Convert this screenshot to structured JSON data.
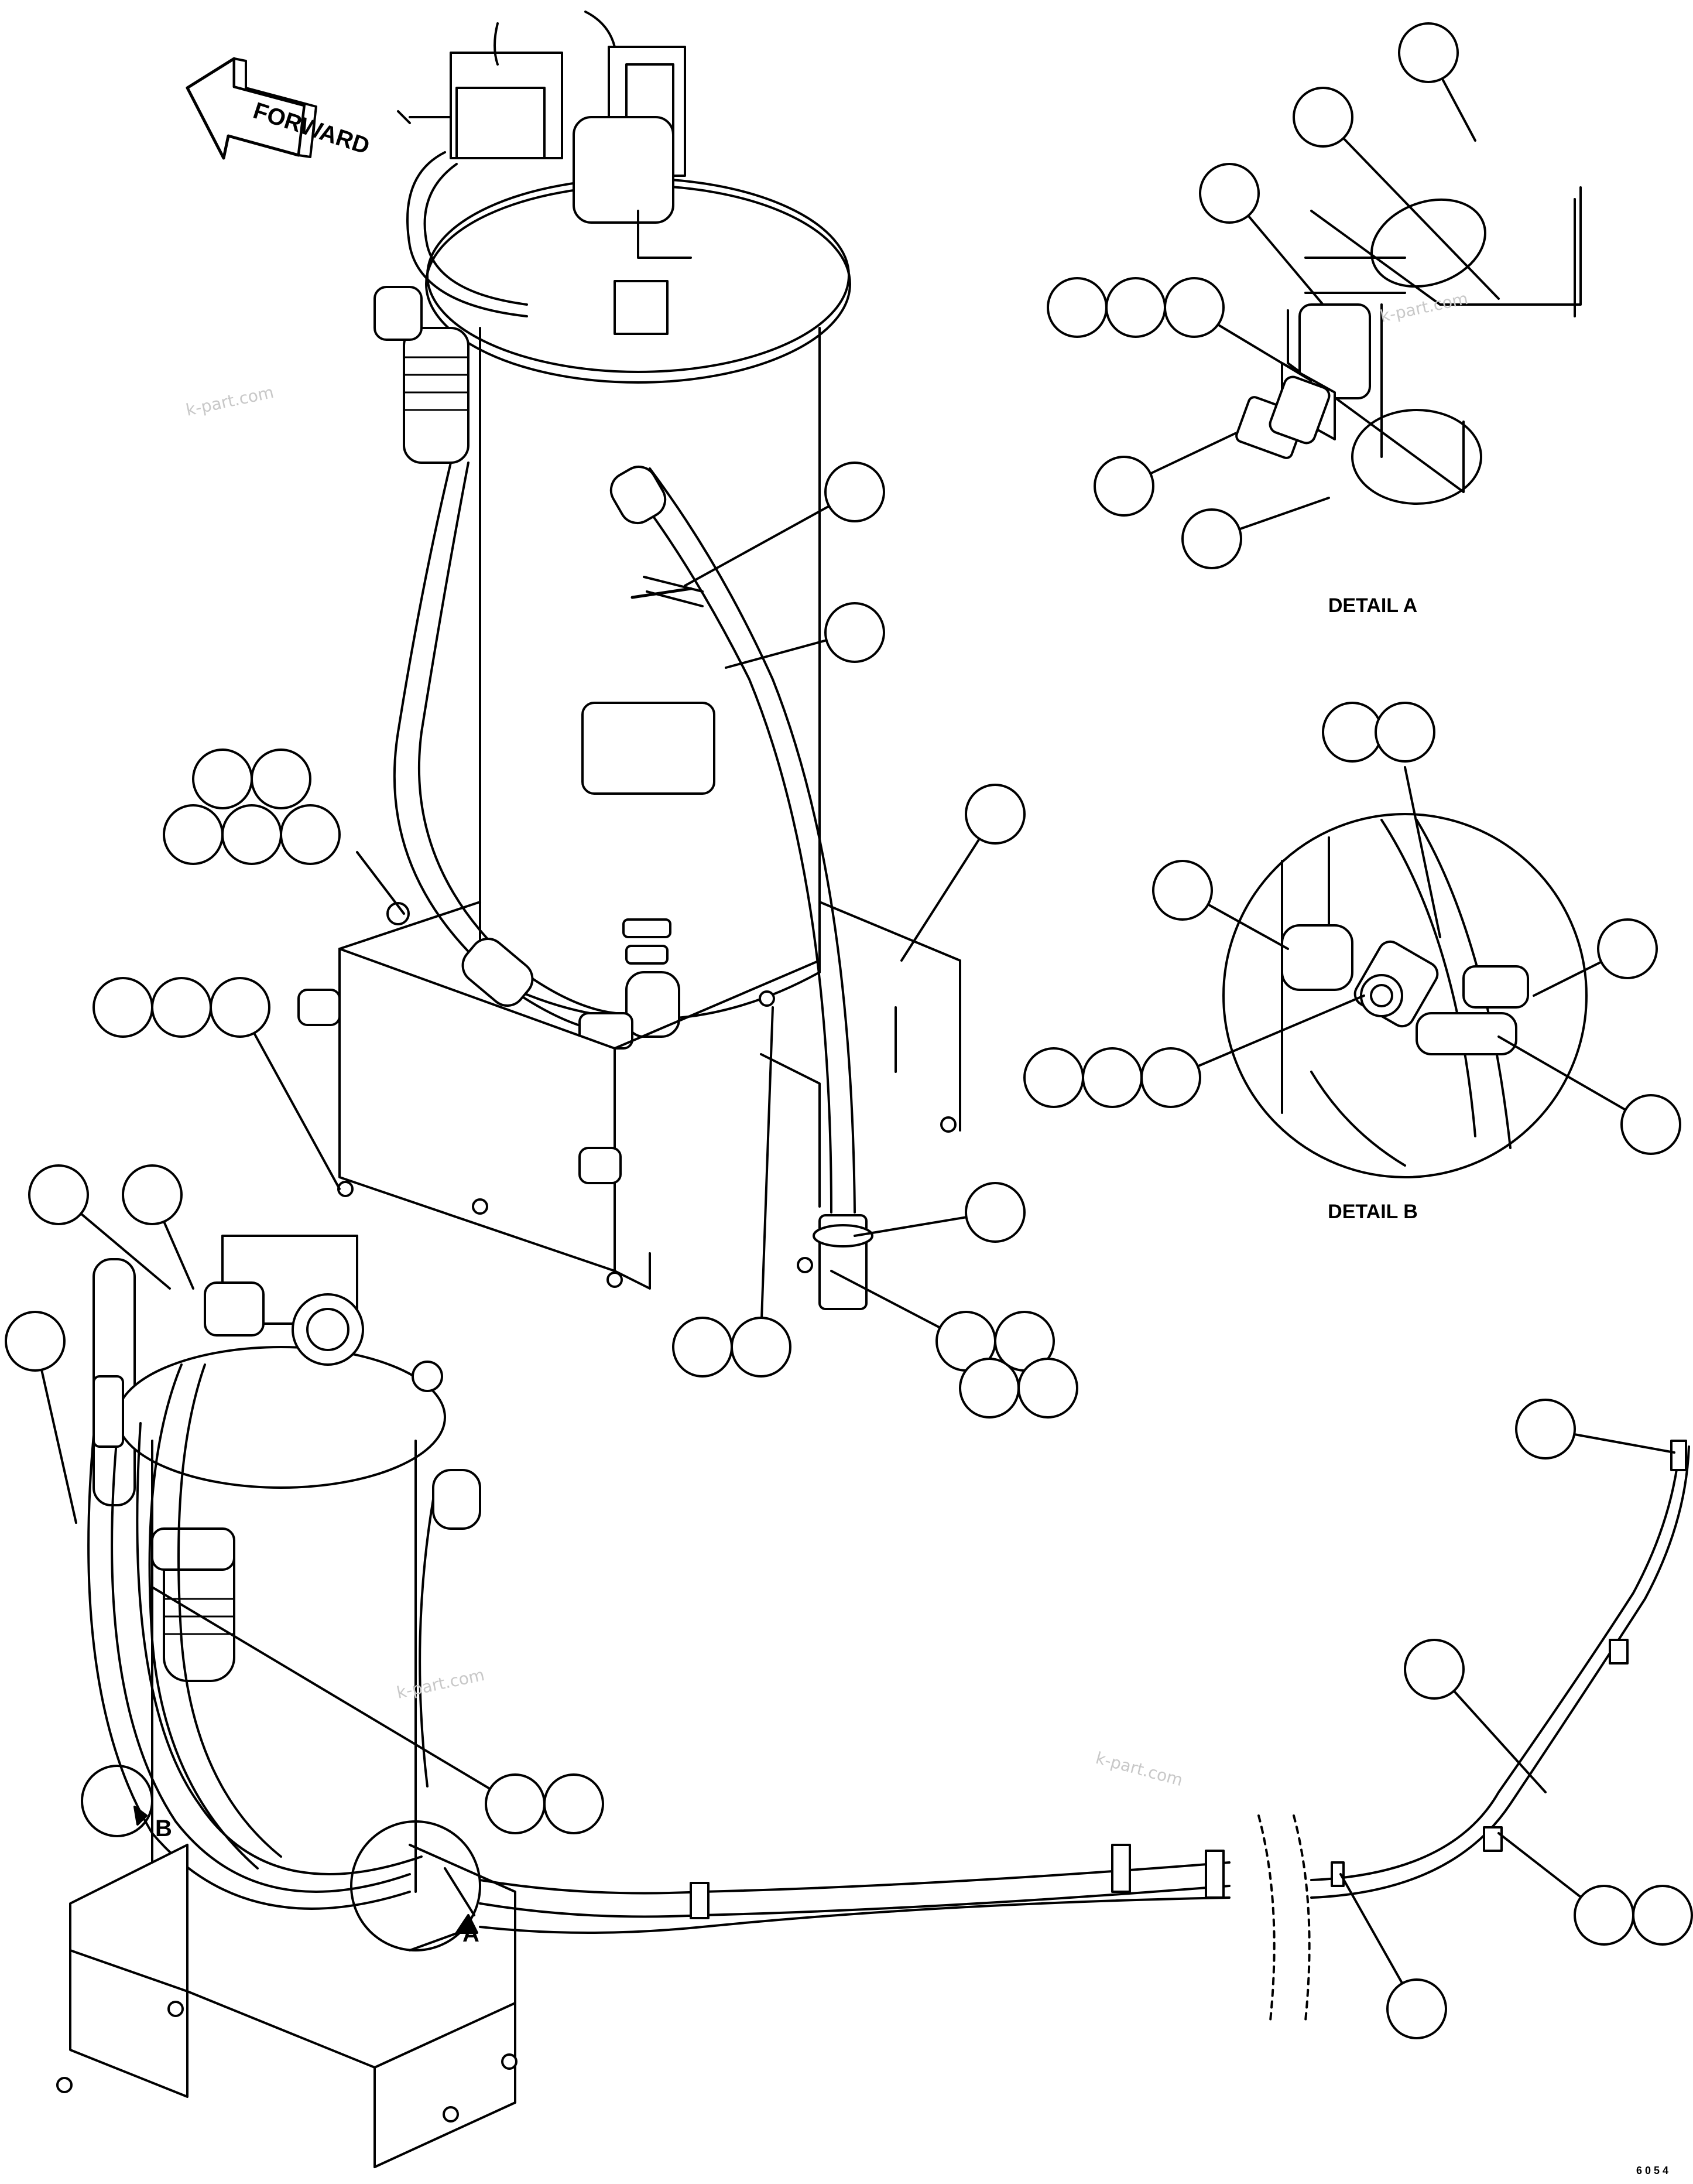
{
  "labels": {
    "forward": "FORWARD",
    "detail_a": "DETAIL A",
    "detail_b": "DETAIL B",
    "view_a": "A",
    "view_b": "B",
    "drawing_code": "6 0 5 4"
  },
  "watermarks": [
    "k-part.com",
    "k-part.com",
    "k-part.com",
    "k-part.com"
  ],
  "callout_count": 46
}
